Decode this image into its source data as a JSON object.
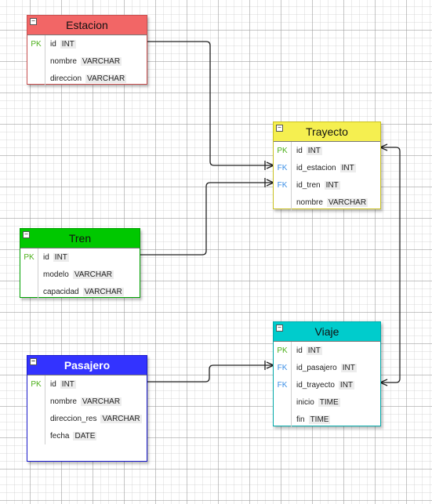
{
  "colors": {
    "estacion_header": "#f26666",
    "trayecto_header": "#f5ef50",
    "tren_header": "#00c800",
    "pasajero_header": "#3333ff",
    "viaje_header": "#00cccc",
    "pk": "#4caf1a",
    "fk": "#3a8ee6"
  },
  "icons": {
    "collapse": "minus-box-icon"
  },
  "tables": {
    "estacion": {
      "title": "Estacion",
      "fields": [
        {
          "key": "PK",
          "name": "id",
          "type": "INT"
        },
        {
          "key": "",
          "name": "nombre",
          "type": "VARCHAR"
        },
        {
          "key": "",
          "name": "direccion",
          "type": "VARCHAR"
        }
      ]
    },
    "trayecto": {
      "title": "Trayecto",
      "fields": [
        {
          "key": "PK",
          "name": "id",
          "type": "INT"
        },
        {
          "key": "FK",
          "name": "id_estacion",
          "type": "INT"
        },
        {
          "key": "FK",
          "name": "id_tren",
          "type": "INT"
        },
        {
          "key": "",
          "name": "nombre",
          "type": "VARCHAR"
        }
      ]
    },
    "tren": {
      "title": "Tren",
      "fields": [
        {
          "key": "PK",
          "name": "id",
          "type": "INT"
        },
        {
          "key": "",
          "name": "modelo",
          "type": "VARCHAR"
        },
        {
          "key": "",
          "name": "capacidad",
          "type": "VARCHAR"
        }
      ]
    },
    "viaje": {
      "title": "Viaje",
      "fields": [
        {
          "key": "PK",
          "name": "id",
          "type": "INT"
        },
        {
          "key": "FK",
          "name": "id_pasajero",
          "type": "INT"
        },
        {
          "key": "FK",
          "name": "id_trayecto",
          "type": "INT"
        },
        {
          "key": "",
          "name": "inicio",
          "type": "TIME"
        },
        {
          "key": "",
          "name": "fin",
          "type": "TIME"
        }
      ]
    },
    "pasajero": {
      "title": "Pasajero",
      "fields": [
        {
          "key": "PK",
          "name": "id",
          "type": "INT"
        },
        {
          "key": "",
          "name": "nombre",
          "type": "VARCHAR"
        },
        {
          "key": "",
          "name": "direccion_res",
          "type": "VARCHAR"
        },
        {
          "key": "",
          "name": "fecha",
          "type": "DATE"
        }
      ]
    }
  }
}
